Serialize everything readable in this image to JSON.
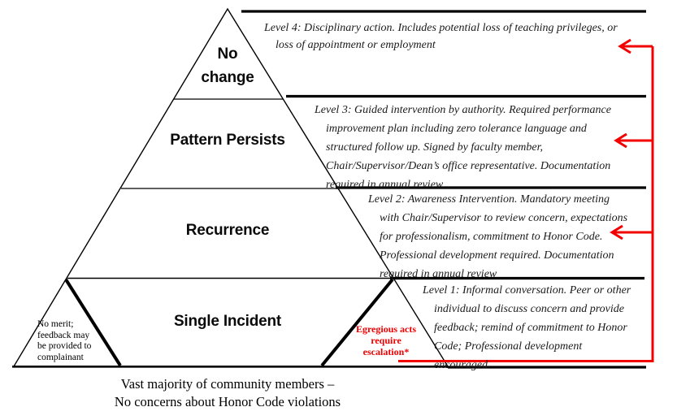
{
  "colors": {
    "red": "#f20000",
    "black": "#000000"
  },
  "pyramid": {
    "tiers": [
      {
        "id": "no-change",
        "label": "No\nchange"
      },
      {
        "id": "pattern-persists",
        "label": "Pattern Persists"
      },
      {
        "id": "recurrence",
        "label": "Recurrence"
      },
      {
        "id": "single-incident",
        "label": "Single Incident"
      }
    ],
    "left_note": "No merit;\nfeedback may\nbe provided to\ncomplainant",
    "right_note": "Egregious acts\nrequire\nescalation*",
    "caption": "Vast majority of community members –\nNo concerns about Honor Code violations"
  },
  "levels": [
    {
      "id": "level-4",
      "text": "Level 4: Disciplinary action. Includes potential loss of teaching privileges, or\nloss of appointment or employment"
    },
    {
      "id": "level-3",
      "text": "Level 3: Guided intervention by authority. Required performance\nimprovement plan including zero tolerance language and\nstructured follow up. Signed by faculty member,\nChair/Supervisor/Dean’s office representative. Documentation\nrequired in annual review"
    },
    {
      "id": "level-2",
      "text": "Level 2: Awareness Intervention. Mandatory meeting\nwith Chair/Supervisor to review concern, expectations\nfor professionalism, commitment to Honor Code.\nProfessional development required. Documentation\nrequired in annual review"
    },
    {
      "id": "level-1",
      "text": "Level 1: Informal conversation. Peer or other\nindividual to discuss concern and provide\nfeedback; remind of commitment to Honor\nCode; Professional development\nencouraged."
    }
  ]
}
